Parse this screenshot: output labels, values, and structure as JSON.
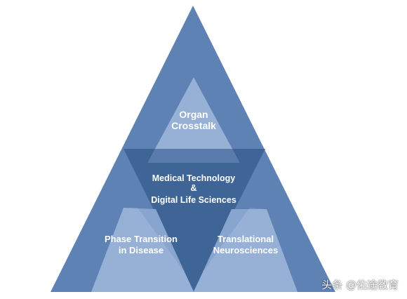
{
  "diagram": {
    "top_label": [
      "Organ",
      "Crosstalk"
    ],
    "center_label": [
      "Medical Technology",
      "&",
      "Digital Life Sciences"
    ],
    "left_label": [
      "Phase  Transition",
      "in Disease"
    ],
    "right_label": [
      "Translational",
      "Neurosciences"
    ]
  },
  "watermark": "头条 @佑途教育",
  "colors": {
    "outer_triangle": "#5f82b5",
    "outer_edge": "#6e8fbf",
    "center_band": "#3f6596",
    "inner_light": "#9db5d9",
    "label": "#ffffff"
  }
}
